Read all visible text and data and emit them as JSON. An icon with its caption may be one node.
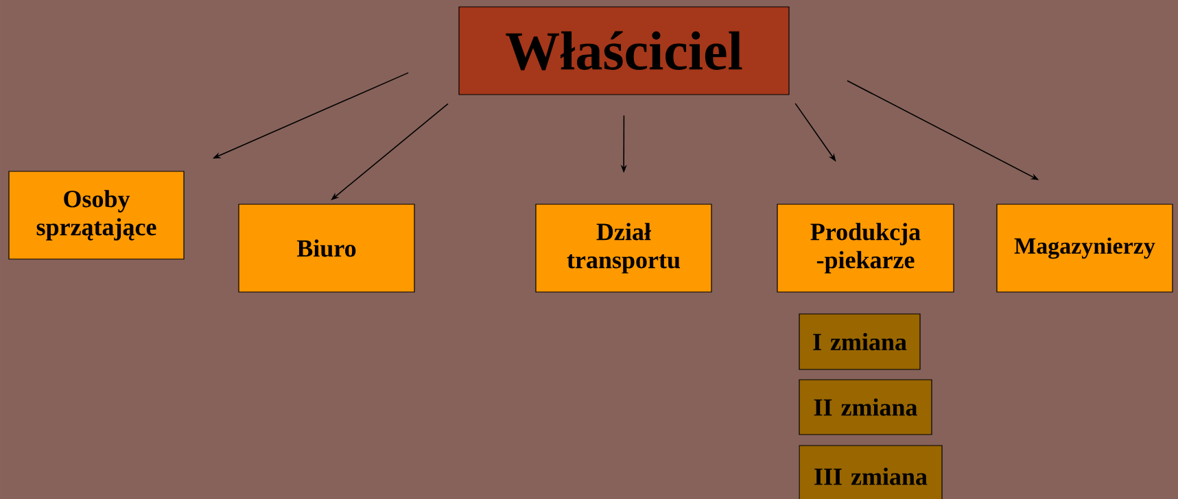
{
  "diagram": {
    "nodes": [
      {
        "text": [
          "Właściciel"
        ]
      },
      {
        "text": [
          "Osoby sprzątające"
        ]
      },
      {
        "text": [
          "Biuro"
        ]
      },
      {
        "text": [
          "Dział transportu"
        ]
      },
      {
        "text": [
          "Produkcja -piekarze"
        ]
      },
      {
        "text": [
          "Magazynierzy"
        ]
      },
      {
        "text": [
          "I zmiana"
        ]
      },
      {
        "text": [
          "II zmiana"
        ]
      },
      {
        "text": [
          "III zmiana"
        ]
      }
    ],
    "edges": [
      {
        "from": 0,
        "to": 1,
        "arrow": "to"
      },
      {
        "from": 0,
        "to": 2,
        "arrow": "to"
      },
      {
        "from": 0,
        "to": 3,
        "arrow": "to"
      },
      {
        "from": 0,
        "to": 4,
        "arrow": "to"
      },
      {
        "from": 0,
        "to": 5,
        "arrow": "to"
      }
    ]
  }
}
